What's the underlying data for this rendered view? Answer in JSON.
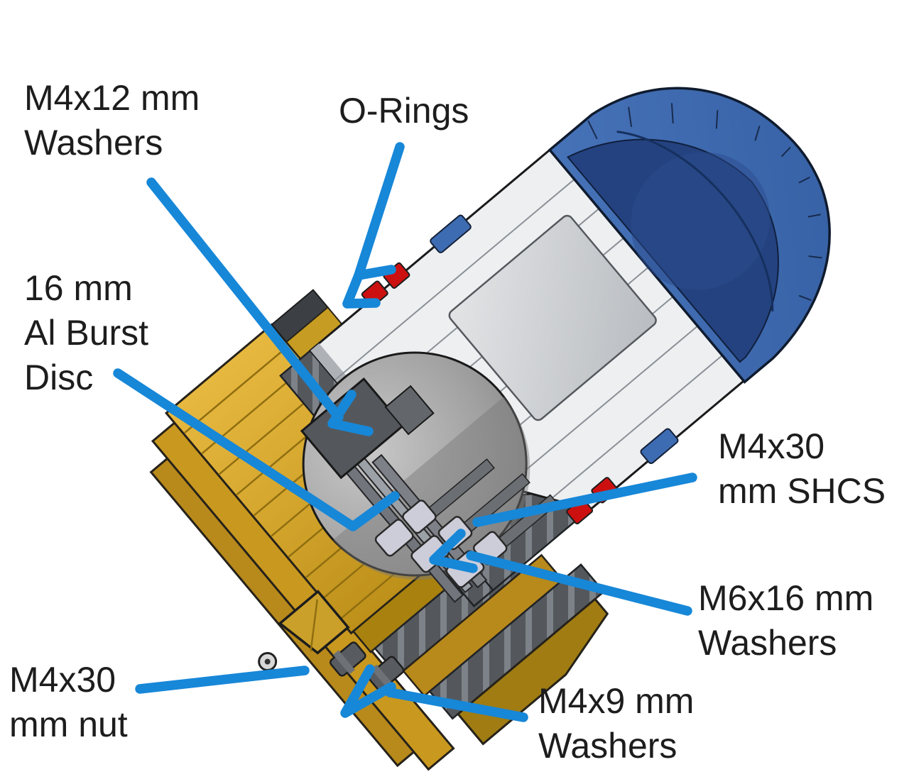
{
  "diagram": {
    "type": "annotated-cad-cutaway",
    "subject": "rocket nose cone and piston assembly cross-section",
    "labels": {
      "m4x12_washers": "M4x12 mm\nWashers",
      "o_rings": "O-Rings",
      "burst_disc": "16 mm\nAl Burst\nDisc",
      "m4x30_shcs": "M4x30\nmm SHCS",
      "m6x16_washers": "M6x16 mm\nWashers",
      "m4x30_nut": "M4x30\nmm nut",
      "m4x9_washers": "M4x9 mm\nWashers"
    },
    "colors": {
      "leader_blue": "#1787d8",
      "label_text": "#1d1d1d",
      "nose_blue": "#3e6cb2",
      "nose_inner_navy": "#24427f",
      "body_white": "#edeff1",
      "gold": "#d2a42c",
      "gold_dark": "#a8810f",
      "hatch_gray": "#54585c",
      "dome_gray": "#9a9a9a",
      "washer_gray": "#cdcdd9",
      "oring_red": "#cc1010",
      "background": "#ffffff"
    }
  }
}
